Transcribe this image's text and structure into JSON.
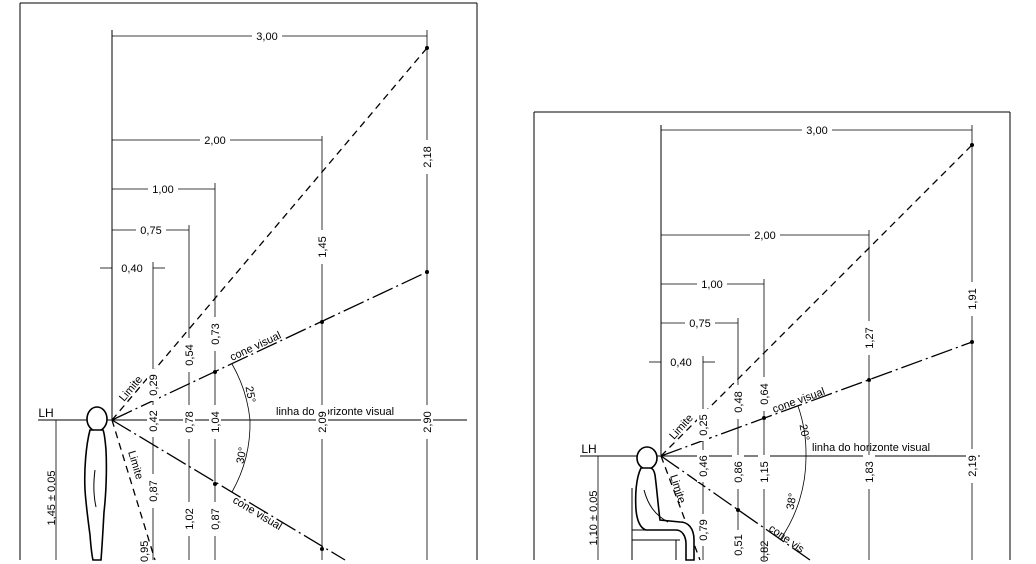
{
  "left": {
    "top_dims": [
      "3,00",
      "2,00",
      "1,00",
      "0,75",
      "0,40"
    ],
    "upper_vals": [
      "2,18",
      "1,45",
      "0,73",
      "0,54",
      "0,29"
    ],
    "lower_vals": [
      "2,90",
      "2,09",
      "1,04",
      "0,78",
      "0,42"
    ],
    "below_vals": [
      "0,87",
      "1,02",
      "0,87",
      "0,95"
    ],
    "lh": "LH",
    "height_dim": "1,45 ± 0,05",
    "horizon": "linha do horizonte visual",
    "cone_upper": "cone visual",
    "cone_lower": "cone visual",
    "limite_upper": "Limite",
    "limite_lower": "Limite",
    "angle_upper": "25°",
    "angle_lower": "30°"
  },
  "right": {
    "top_dims": [
      "3,00",
      "2,00",
      "1,00",
      "0,75",
      "0,40"
    ],
    "upper_vals": [
      "1,91",
      "1,27",
      "0,64",
      "0,48",
      "0,25"
    ],
    "lower_vals": [
      "2,19",
      "1,83",
      "1,15",
      "0,86",
      "0,46"
    ],
    "below_vals": [
      "0,79",
      "0,51",
      "0,82"
    ],
    "lh": "LH",
    "height_dim": "1,10 ± 0,05",
    "horizon": "linha do horizonte visual",
    "cone_upper": "cone visual",
    "cone_lower": "cone vis",
    "limite_upper": "Limite",
    "limite_lower": "Limite",
    "angle_upper": "20°",
    "angle_lower": "38°"
  }
}
